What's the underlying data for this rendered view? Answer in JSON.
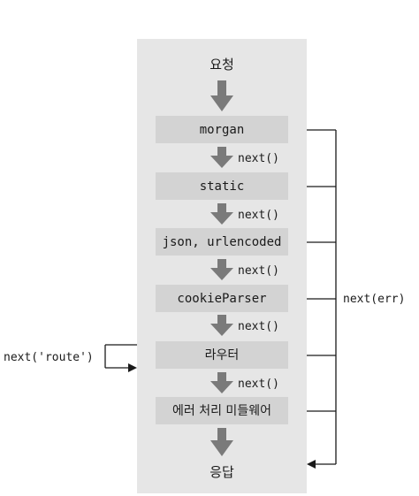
{
  "flow": {
    "start_label": "요청",
    "end_label": "응답",
    "stages": [
      {
        "label": "morgan"
      },
      {
        "label": "static"
      },
      {
        "label": "json, urlencoded"
      },
      {
        "label": "cookieParser"
      },
      {
        "label": "라우터"
      },
      {
        "label": "에러 처리 미들웨어"
      }
    ],
    "next_labels": [
      "next()",
      "next()",
      "next()",
      "next()",
      "next()"
    ],
    "error_label": "next(err)",
    "route_label": "next('route')"
  },
  "colors": {
    "panel": "#e6e6e6",
    "box": "#d3d3d3",
    "arrow": "#7a7a7a",
    "line": "#1a1a1a",
    "text": "#1a1a1a"
  }
}
